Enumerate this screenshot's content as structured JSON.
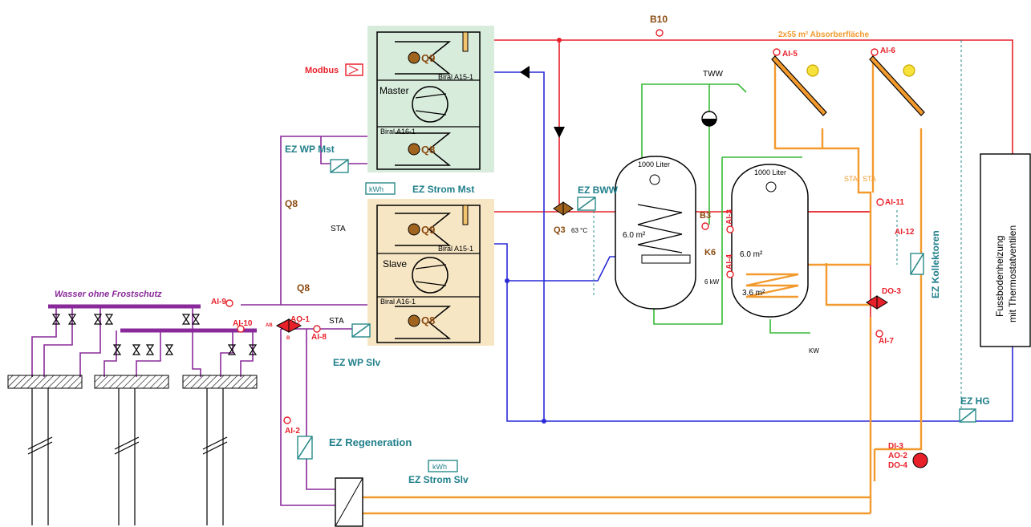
{
  "title": "2x55 m² Absorberfläche",
  "heat_pumps": {
    "master": {
      "q9": "Q9",
      "pump_top": "Biral A15-1",
      "name": "Master",
      "pump_bottom": "Biral A16-1",
      "q8": "Q8"
    },
    "slave": {
      "q9": "Q9",
      "pump_top": "Biral A15-1",
      "name": "Slave",
      "pump_bottom": "Biral A16-1",
      "q8": "Q8"
    }
  },
  "modbus": "Modbus",
  "labels": {
    "b10": "B10",
    "tww": "TWW",
    "ez_bww": "EZ BWW",
    "q3": "Q3",
    "q3_temp": "63 °C",
    "b3": "B3",
    "k6": "K6",
    "k6_power": "6 kW",
    "kw": "KW",
    "sta": "STA",
    "q8": "Q8",
    "brine": "Wasser ohne Frostschutz",
    "kwh": "kWh",
    "ez_wp_mst": "EZ WP Mst",
    "ez_strom_mst": "EZ Strom Mst",
    "ez_wp_slv": "EZ WP Slv",
    "ez_strom_slv": "EZ Strom Slv",
    "ez_regeneration": "EZ Regeneration",
    "ez_kollektoren": "EZ Kollektoren",
    "ez_hg": "EZ HG",
    "floor_heating_1": "Fussbodenheizung",
    "floor_heating_2": "mit Thermostatventilen"
  },
  "tanks": {
    "tank1": {
      "volume": "1000 Liter",
      "coil": "6.0 m²"
    },
    "tank2": {
      "volume": "1000 Liter",
      "coil_top": "6.0 m²",
      "coil_bottom": "3.6 m²"
    }
  },
  "io": {
    "ai9": "AI-9",
    "ai10": "AI-10",
    "ai8": "AI-8",
    "ao1": "AO-1",
    "ai2": "AI-2",
    "ai3": "AI-3",
    "ai4": "AI-4",
    "ai5": "AI-5",
    "ai6": "AI-6",
    "ai11": "AI-11",
    "ai12": "AI-12",
    "ai7": "AI-7",
    "do3": "DO-3",
    "di3": "DI-3",
    "ao2": "AO-2",
    "do4": "DO-4"
  },
  "valve_ports": {
    "ab": "AB",
    "a": "A",
    "b": "B"
  },
  "colors": {
    "supply": "#e8202a",
    "return": "#2a2ad8",
    "solar": "#f39a2e",
    "dhw": "#36b936",
    "brine": "#8a2a9a",
    "teal": "#2a8a8a",
    "text_red": "#e8202a",
    "text_teal": "#1f7f8a",
    "text_brown": "#8a4a10",
    "master_fill": "#d8ecdc",
    "slave_fill": "#f7e6c4"
  }
}
